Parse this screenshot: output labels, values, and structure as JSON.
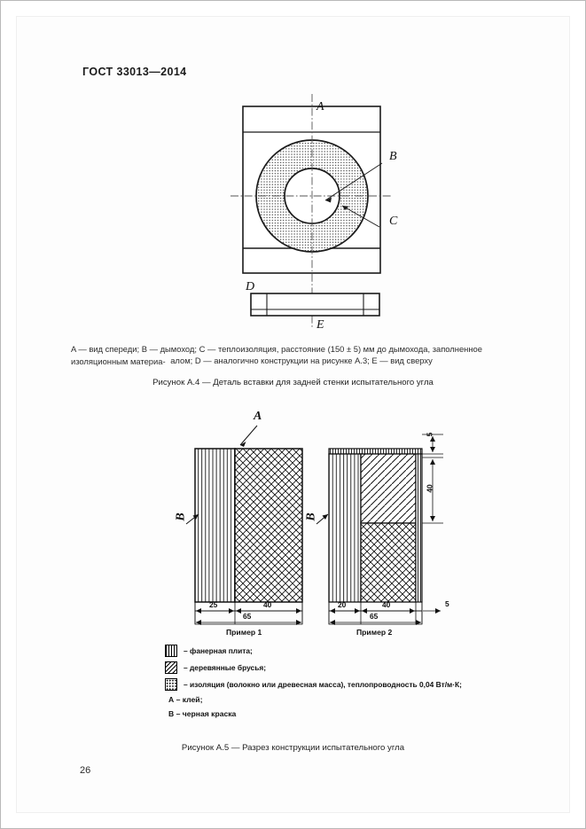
{
  "document": {
    "standard_header": "ГОСТ 33013—2014",
    "page_number": "26"
  },
  "figure_a4": {
    "labels": {
      "a": "A",
      "b": "B",
      "c": "C",
      "d": "D",
      "e": "E"
    },
    "note_line1": "A — вид спереди; B — дымоход; C — теплоизоляция, расстояние (150 ± 5) мм до дымохода, заполненное изоляционным материа-",
    "note_line2": "алом; D — аналогично конструкции на рисунке А.3; E — вид сверху",
    "caption": "Рисунок А.4 — Деталь вставки для задней стенки испытательного угла"
  },
  "figure_a5": {
    "label_a": "A",
    "label_b1": "B",
    "label_b2": "B",
    "example1": {
      "title": "Пример 1",
      "dim_left": "25",
      "dim_right": "40",
      "dim_total": "65"
    },
    "example2": {
      "title": "Пример 2",
      "dim_left": "20",
      "dim_mid": "40",
      "dim_right": "5",
      "dim_total": "65",
      "dim_vert_top": "5",
      "dim_vert_main": "40"
    },
    "legend": [
      {
        "swatch": "vertical-lines-swatch",
        "text": "– фанерная плита;"
      },
      {
        "swatch": "diagonal-lines-swatch",
        "text": "– деревянные брусья;"
      },
      {
        "swatch": "dotted-swatch",
        "text": "– изоляция (волокно или древесная масса), теплопроводность 0,04 Вт/м·К;"
      }
    ],
    "legend_plain": [
      "А – клей;",
      "В – черная краска"
    ],
    "caption": "Рисунок А.5 — Разрез конструкции испытательного угла"
  }
}
